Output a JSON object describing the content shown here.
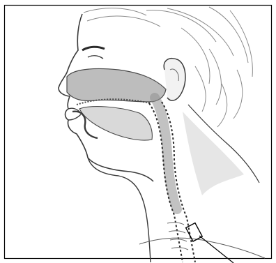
{
  "figure": {
    "subject": "head-neck-sagittal-illustration",
    "colors": {
      "frame": "#000000",
      "outline": "#3a3a3a",
      "hair": "#8a8a8a",
      "airway_fill": "#bdbdbd",
      "airway_dark": "#8f8f8f",
      "tissue_fill": "#d9d9d9",
      "neck_shade": "#e6e6e6",
      "background": "#ffffff"
    },
    "icons": [
      "pointer-line",
      "magnifier-box"
    ]
  }
}
